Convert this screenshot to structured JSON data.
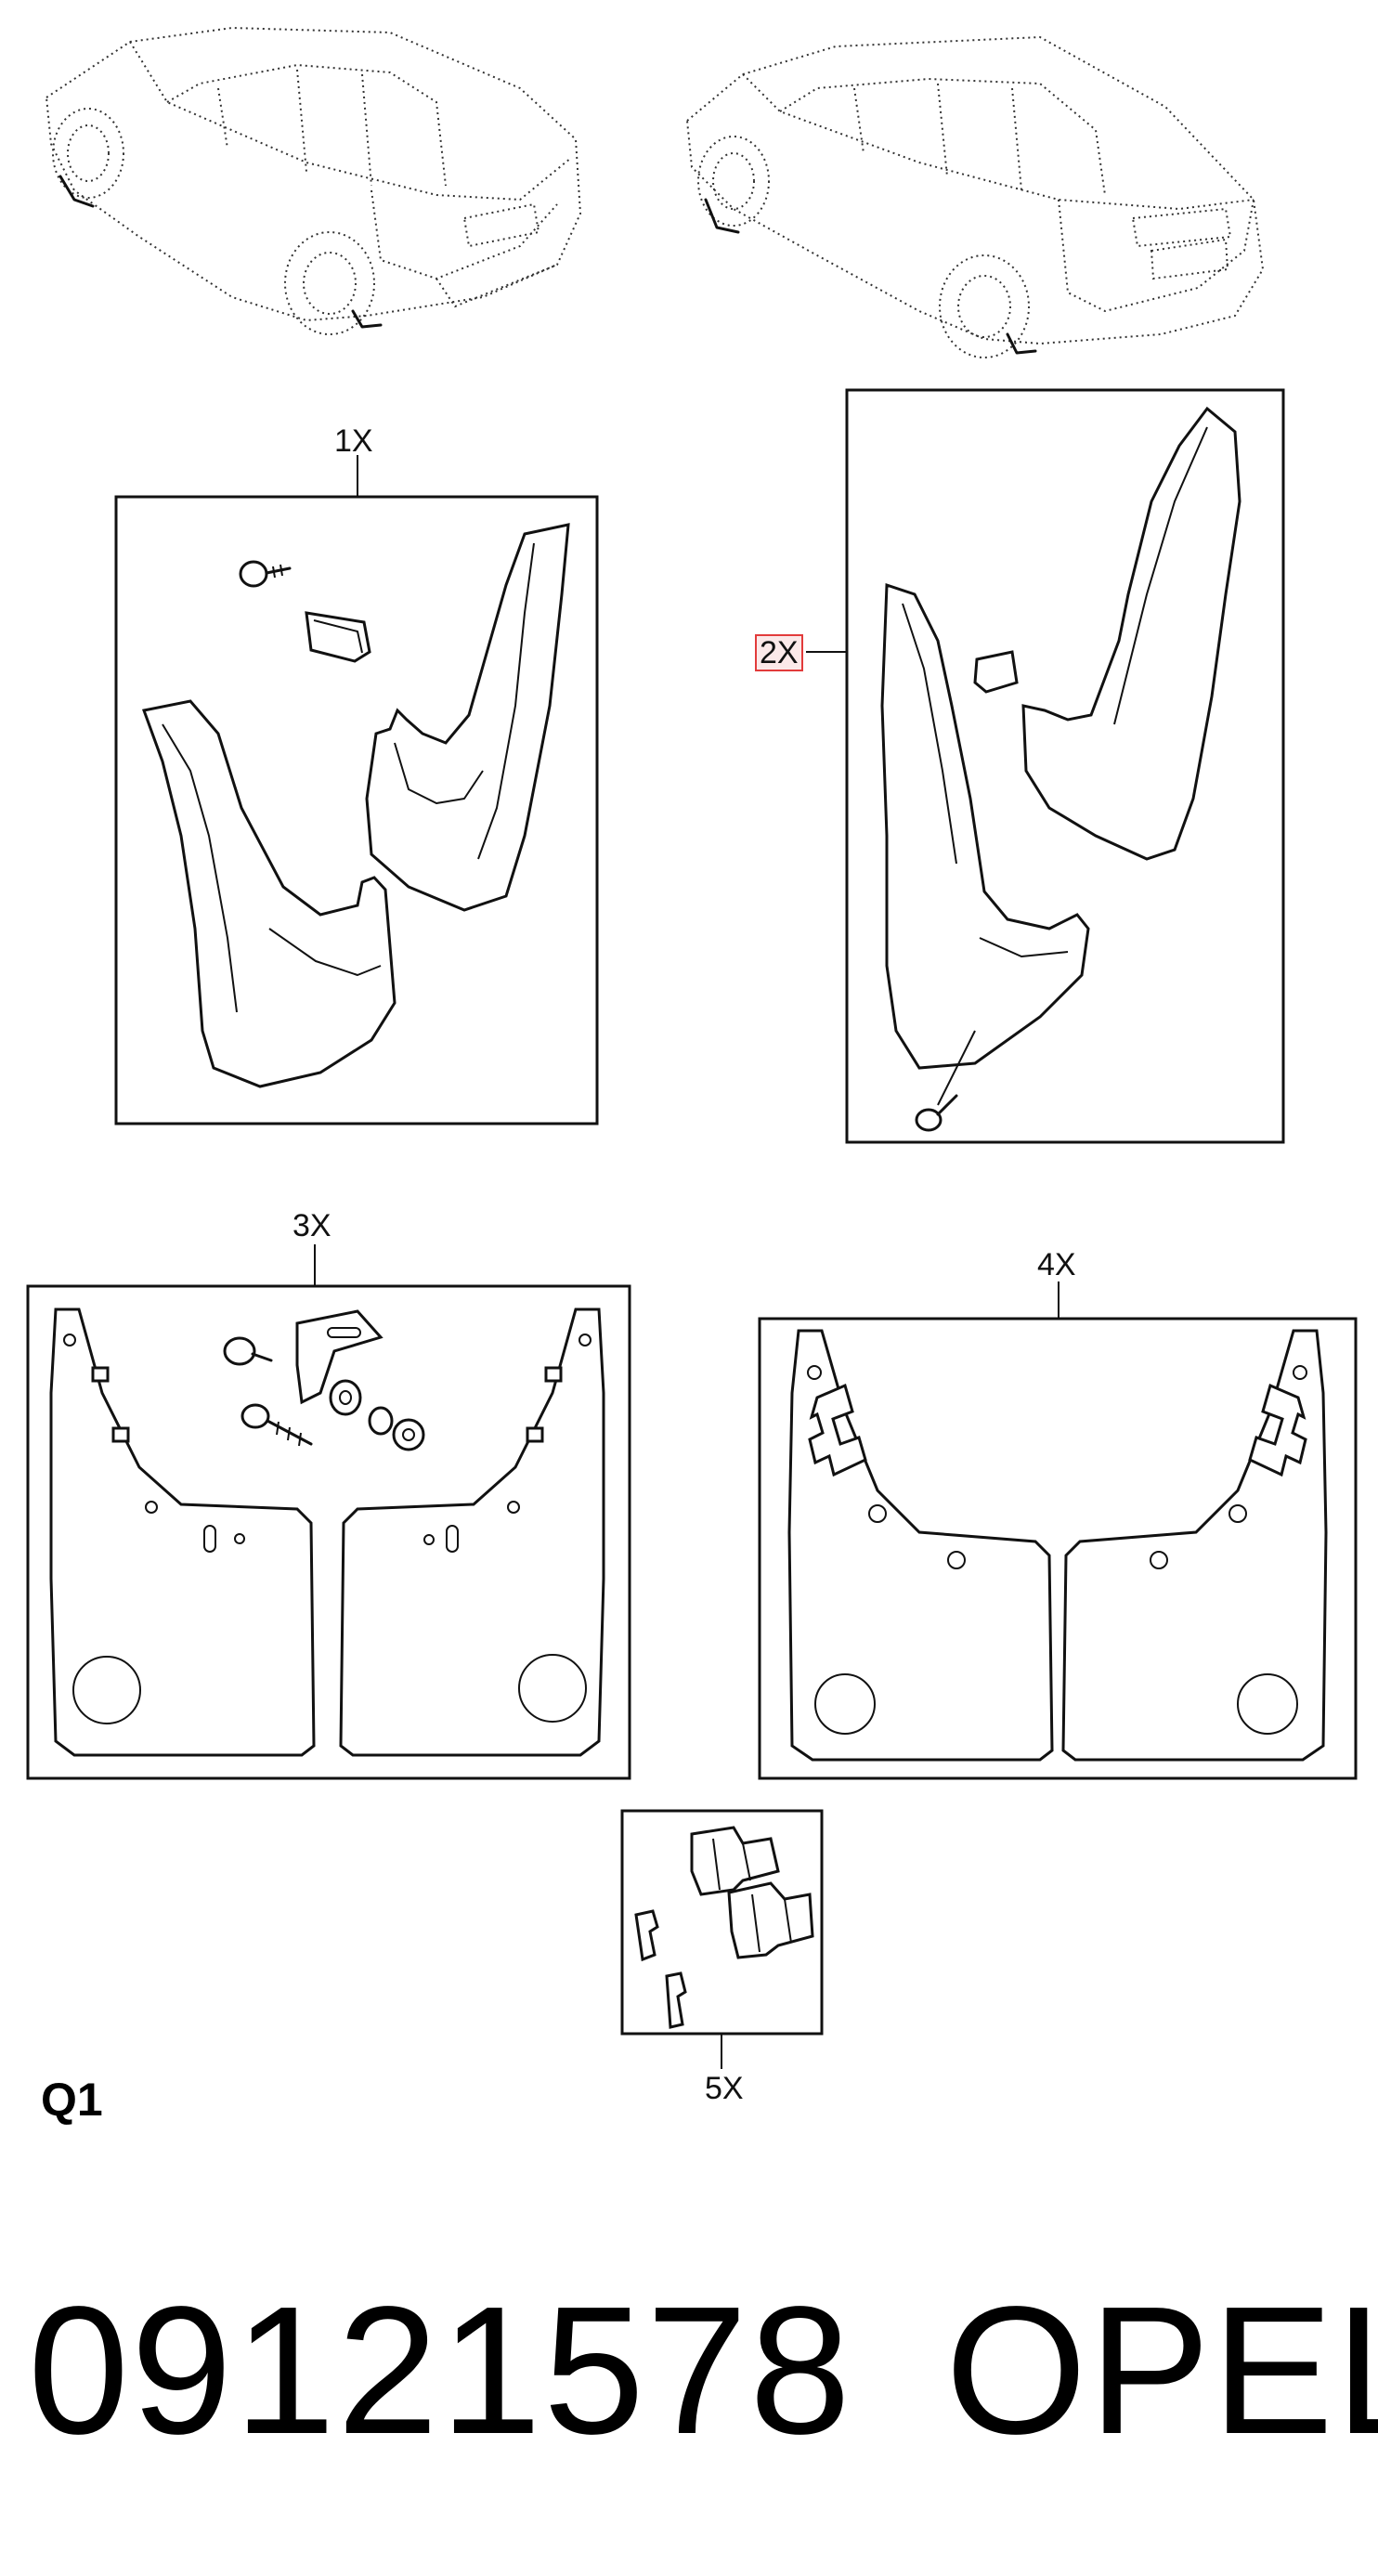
{
  "callouts": {
    "kit1": "1X",
    "kit2": "2X",
    "kit3": "3X",
    "kit4": "4X",
    "kit5": "5X"
  },
  "diagram_id": "Q1",
  "part_number": "09121578",
  "brand": "OPEL",
  "colors": {
    "highlight_border": "#e23b3b",
    "highlight_fill": "#fbe9e9",
    "line": "#111111"
  },
  "icons": [
    "hatchback-car-illustration",
    "estate-car-illustration",
    "mudflap",
    "screw",
    "clip",
    "bracket",
    "nut",
    "washer"
  ]
}
